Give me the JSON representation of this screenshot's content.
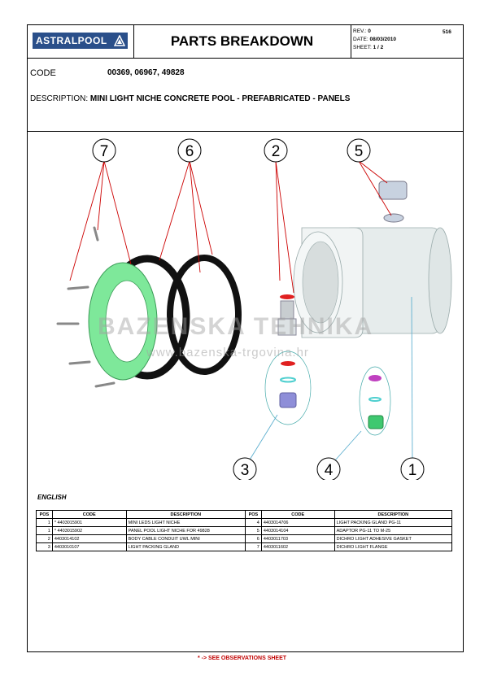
{
  "header": {
    "logo_text": "ASTRALPOOL",
    "title": "PARTS BREAKDOWN",
    "rev_label": "REV.:",
    "rev_value": "0",
    "date_label": "DATE:",
    "date_value": "08/03/2010",
    "sheet_label": "SHEET:",
    "sheet_value": "1 / 2",
    "doc_number": "516"
  },
  "info": {
    "code_label": "CODE",
    "code_value": "00369, 06967, 49828",
    "description_label": "DESCRIPTION:",
    "description_value": "MINI LIGHT NICHE CONCRETE POOL - PREFABRICATED - PANELS"
  },
  "drawing": {
    "callouts": [
      "7",
      "6",
      "2",
      "5",
      "3",
      "4",
      "1"
    ],
    "watermark_main": "BAZENSKA TEHNIKA",
    "watermark_url": "www.bazenska-trgovina.hr",
    "colors": {
      "flange": "#7ee89a",
      "gasket": "#111111",
      "niche": "#e6ecec",
      "red": "#e02020",
      "cyan": "#4ecfcf",
      "blue_gland": "#8e8ed8",
      "magenta": "#c040c0",
      "green_gland": "#3fc870",
      "callout_line": "#cc0000",
      "leader_line": "#5fb0d0"
    }
  },
  "language": "ENGLISH",
  "table": {
    "headers": [
      "POS",
      "CODE",
      "DESCRIPTION",
      "POS",
      "CODE",
      "DESCRIPTION"
    ],
    "rows": [
      {
        "pos1": "1",
        "code1": "* 4403015901",
        "desc1": "MINI LEDS LIGHT NICHE",
        "pos2": "4",
        "code2": "4403014706",
        "desc2": "LIGHT PACKING GLAND PG-11"
      },
      {
        "pos1": "1",
        "code1": "* 4403015902",
        "desc1": "PANEL POOL LIGHT NICHE FOR 49828",
        "pos2": "5",
        "code2": "4403014104",
        "desc2": "ADAPTOR PG-11 TO M-25"
      },
      {
        "pos1": "2",
        "code1": "4403014102",
        "desc1": "BODY CABLE CONDUIT UWL MINI",
        "pos2": "6",
        "code2": "4403011703",
        "desc2": "DICHRO LIGHT ADHESIVE GASKET"
      },
      {
        "pos1": "3",
        "code1": "4403010107",
        "desc1": "LIGHT PACKING GLAND",
        "pos2": "7",
        "code2": "4403011602",
        "desc2": "DICHRO LIGHT FLANGE"
      }
    ]
  },
  "footer_note": "* -> SEE OBSERVATIONS SHEET"
}
